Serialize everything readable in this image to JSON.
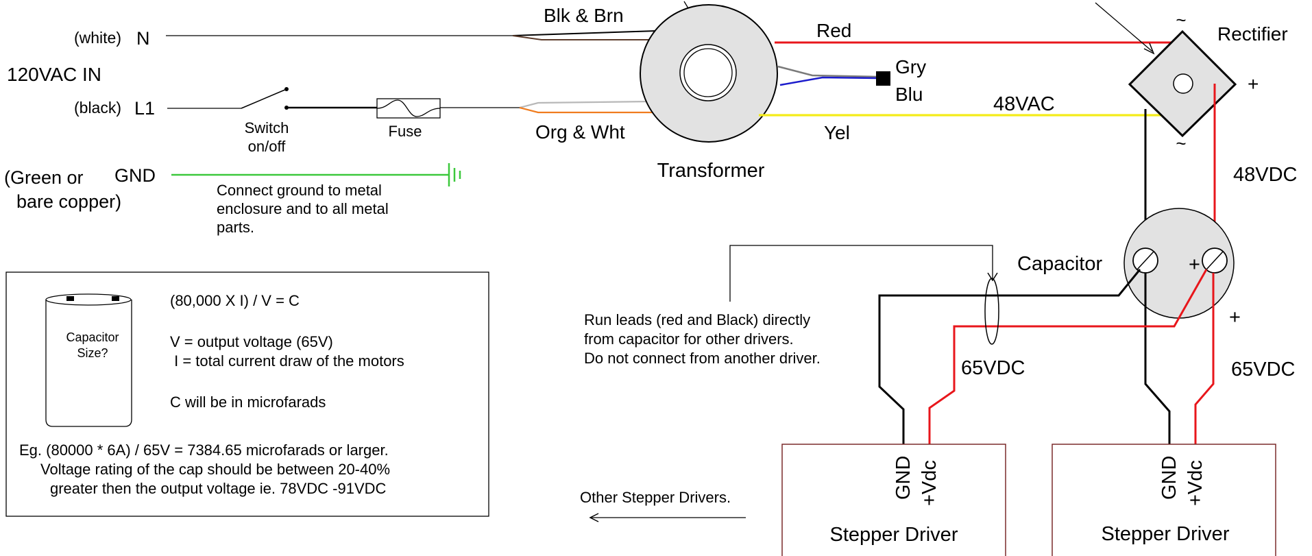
{
  "inputs": {
    "neutral_prefix": "(white)",
    "neutral": "N",
    "ac_in": "120VAC IN",
    "line_prefix": "(black)",
    "line": "L1",
    "gnd_prefix_1": "(Green or",
    "gnd": "GND",
    "gnd_prefix_2": "bare copper)"
  },
  "switch": {
    "label_1": "Switch",
    "label_2": "on/off"
  },
  "fuse": {
    "label": "Fuse"
  },
  "ground_note": [
    "Connect ground to metal",
    "enclosure and to all metal",
    "parts."
  ],
  "transformer": {
    "label": "Transformer",
    "wire_top": "Blk & Brn",
    "wire_bottom": "Org & Wht",
    "wire_red": "Red",
    "wire_gry": "Gry",
    "wire_blu": "Blu",
    "wire_yel": "Yel",
    "secondary_voltage": "48VAC"
  },
  "rectifier": {
    "label": "Rectifier",
    "ac_symbol": "~",
    "plus": "+",
    "output": "48VDC"
  },
  "capacitor": {
    "label": "Capacitor",
    "plus": "+",
    "plus_out": "+",
    "out_right": "65VDC",
    "out_left": "65VDC"
  },
  "leads_note": [
    "Run leads (red and Black) directly",
    "from capacitor for other drivers.",
    "Do not connect from another driver."
  ],
  "drivers": [
    {
      "gnd": "GND",
      "vdc": "+Vdc",
      "label": "Stepper Driver"
    },
    {
      "gnd": "GND",
      "vdc": "+Vdc",
      "label": "Stepper Driver"
    }
  ],
  "other_drivers": "Other Stepper Drivers.",
  "calc_box": {
    "cap_label_1": "Capacitor",
    "cap_label_2": "Size?",
    "formula": "(80,000 X I) / V = C",
    "line_v": "V = output voltage (65V)",
    "line_i": " I = total current draw of the motors",
    "line_c": "C will be in microfarads",
    "example_1": "Eg. (80000 * 6A) / 65V = 7384.65 microfarads or larger.",
    "example_2": "Voltage rating of the cap should be between 20-40%",
    "example_3": "greater then the output voltage ie. 78VDC -91VDC"
  },
  "colors": {
    "red": "#e8161b",
    "yellow": "#f4ec19",
    "green": "#3cc83c",
    "blue": "#1c1ccc",
    "gray": "#7a7a7a",
    "orange": "#f07c1e",
    "brown": "#5a3a2a",
    "component_fill": "#e2e2e2"
  }
}
